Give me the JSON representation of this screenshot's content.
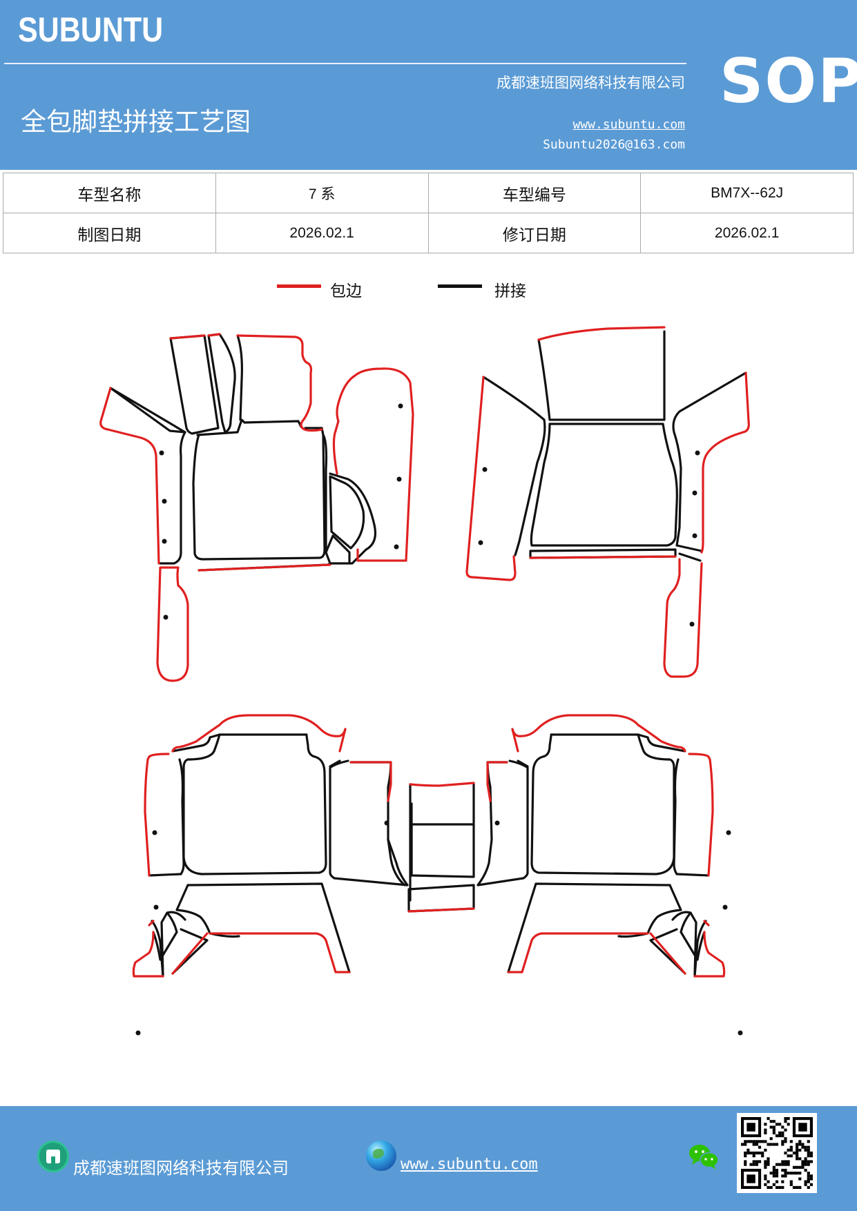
{
  "header": {
    "brand": "SUBUNTU",
    "sop": "SOP",
    "company": "成都速班图网络科技有限公司",
    "title": "全包脚垫拼接工艺图",
    "website": "www.subuntu.com",
    "email": "Subuntu2026@163.com"
  },
  "info": {
    "model_name_label": "车型名称",
    "model_name": "7 系",
    "model_code_label": "车型编号",
    "model_code": "BM7X--62J",
    "draw_date_label": "制图日期",
    "draw_date": "2026.02.1",
    "revise_date_label": "修订日期",
    "revise_date": "2026.02.1"
  },
  "legend": {
    "edge_label": "包边",
    "edge_color": "#e02020",
    "join_label": "拼接",
    "join_color": "#111111"
  },
  "footer": {
    "company": "成都速班图网络科技有限公司",
    "website": "www.subuntu.com",
    "icons": [
      "building-icon",
      "globe-icon",
      "wechat-icon",
      "qr-code"
    ]
  }
}
